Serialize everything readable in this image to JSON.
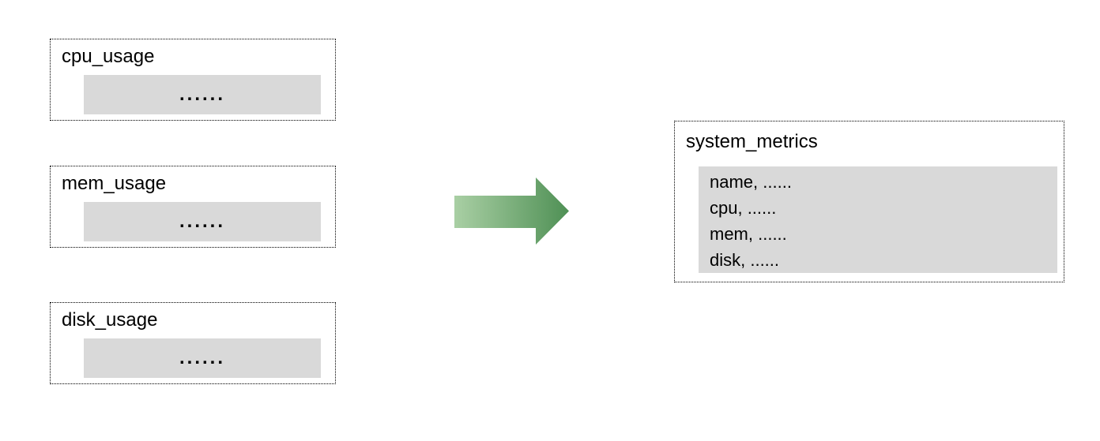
{
  "diagram": {
    "source_tables": [
      {
        "title": "cpu_usage",
        "rows_placeholder": "......"
      },
      {
        "title": "mem_usage",
        "rows_placeholder": "......"
      },
      {
        "title": "disk_usage",
        "rows_placeholder": "......"
      }
    ],
    "arrow": {
      "direction": "right",
      "gradient_start": "#a9cfa4",
      "gradient_end": "#4f9055"
    },
    "result_table": {
      "title": "system_metrics",
      "rows": [
        "name, ......",
        "cpu, ......",
        "mem, ......",
        "disk, ......"
      ]
    },
    "colors": {
      "bar_fill": "#d9d9d9",
      "border": "#000000",
      "background": "#ffffff"
    }
  }
}
